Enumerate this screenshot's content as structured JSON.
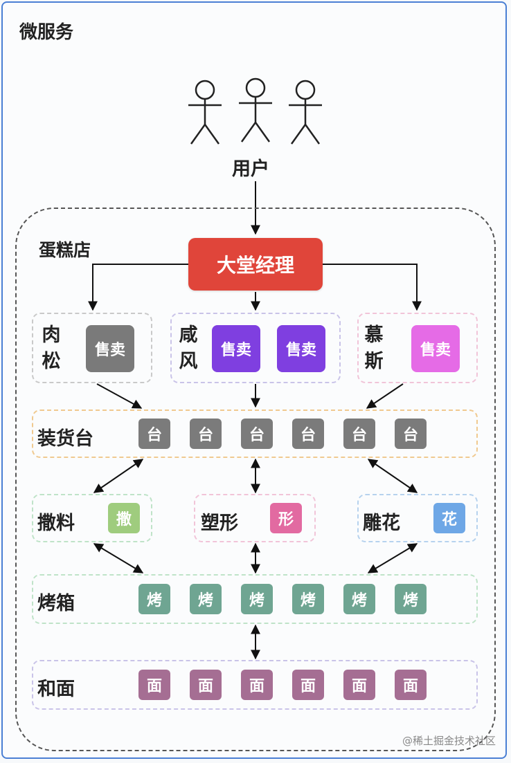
{
  "title": "微服务",
  "users_label": "用户",
  "store_label": "蛋糕店",
  "manager": "大堂经理",
  "sales": [
    {
      "label_chars": [
        "肉",
        "松"
      ],
      "tiles": [
        "售卖"
      ],
      "color": "#7a7a7a"
    },
    {
      "label_chars": [
        "咸",
        "风"
      ],
      "tiles": [
        "售卖",
        "售卖"
      ],
      "color": "#7f3fe0"
    },
    {
      "label_chars": [
        "慕",
        "斯"
      ],
      "tiles": [
        "售卖"
      ],
      "color": "#e56be6"
    }
  ],
  "loading": {
    "label": "装货台",
    "tile": "台",
    "count": 6,
    "color": "#7b7b7b"
  },
  "mid": [
    {
      "label": "撒料",
      "tile": "撒",
      "color": "#9fcc7e"
    },
    {
      "label": "塑形",
      "tile": "形",
      "color": "#e26aa1"
    },
    {
      "label": "雕花",
      "tile": "花",
      "color": "#6ea7e6"
    }
  ],
  "oven": {
    "label": "烤箱",
    "tile": "烤",
    "count": 6,
    "color": "#6fa592"
  },
  "dough": {
    "label": "和面",
    "tile": "面",
    "count": 6,
    "color": "#a56e93"
  },
  "watermark": "@稀土掘金技术社区"
}
